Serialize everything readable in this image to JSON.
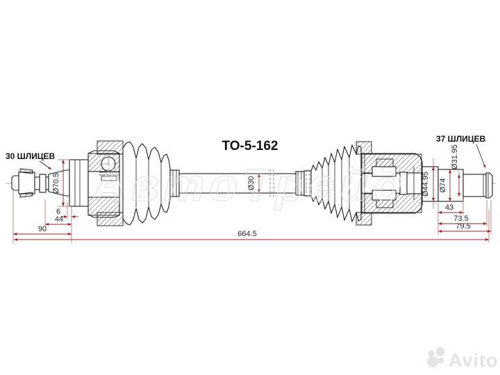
{
  "drawing": {
    "part_number": "TO-5-162",
    "splines_left": "30 ШЛИЦЕВ",
    "splines_right": "37 ШЛИЦЕВ",
    "dims": {
      "d70": "Ø70.5",
      "d30": "Ø30",
      "d44_95": "Ø44.95",
      "d74": "Ø74",
      "d31_95": "Ø31.95",
      "len6": "6",
      "len44": "44",
      "len90": "90",
      "len43": "43",
      "len73_5": "73.5",
      "len79_5": "79.5",
      "total": "664.5"
    },
    "colors": {
      "outline": "#1c1c1c",
      "dimension": "#9b2323",
      "watermark": "#e4e4e4"
    }
  },
  "watermark": {
    "center_text": "АвтоТрейд",
    "avito_text": "Avito"
  }
}
